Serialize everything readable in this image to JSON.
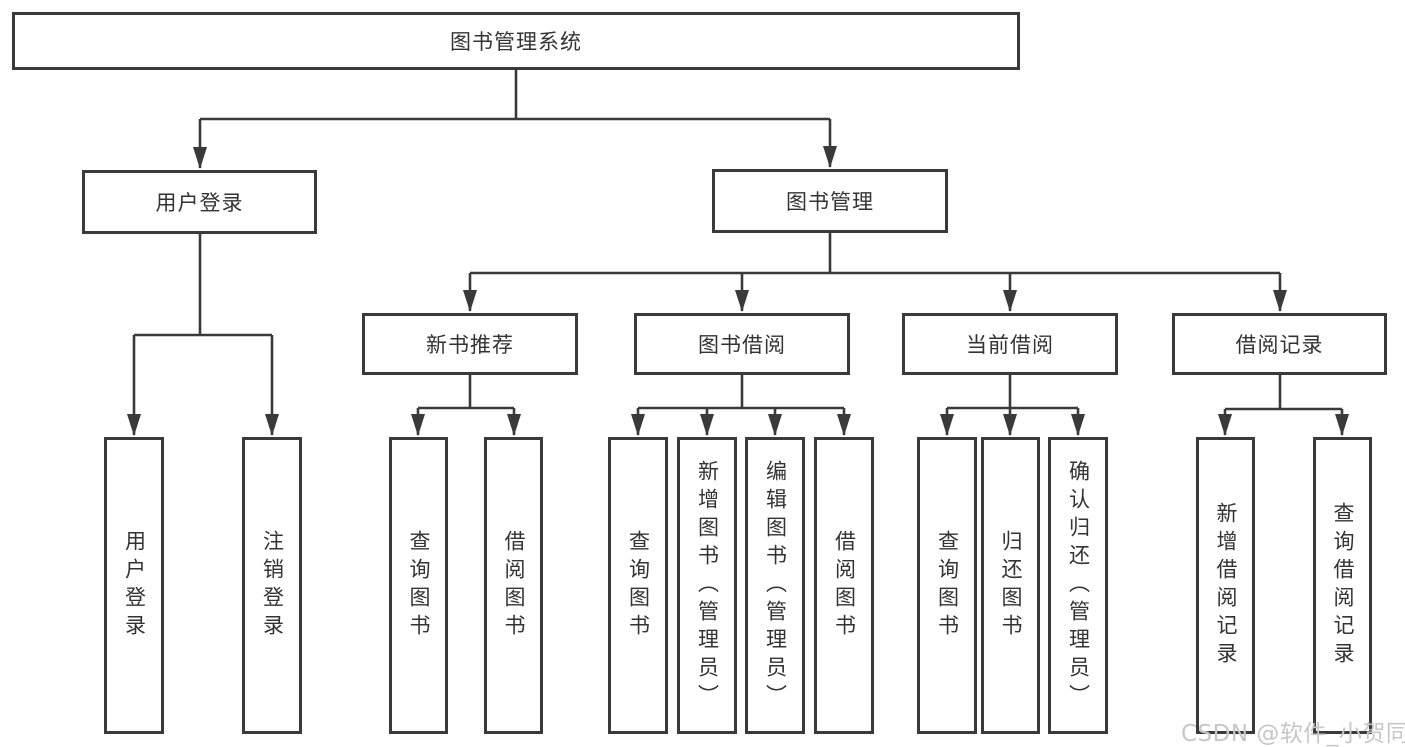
{
  "diagram": {
    "title": "图书管理系统",
    "type": "function-structure-tree",
    "colors": {
      "line": "#3a3a3a",
      "box_border": "#3a3a3a",
      "text": "#333333",
      "background": "#ffffff",
      "watermark": "#c7c7c7"
    },
    "watermark": "CSDN @软件_小贺同学",
    "nodes": {
      "root": {
        "label": "图书管理系统"
      },
      "user_login": {
        "label": "用户登录"
      },
      "book_mgmt": {
        "label": "图书管理"
      },
      "new_book_rec": {
        "label": "新书推荐"
      },
      "book_borrow": {
        "label": "图书借阅"
      },
      "current_borrow": {
        "label": "当前借阅"
      },
      "borrow_records": {
        "label": "借阅记录"
      },
      "leaf_user_login": {
        "label": "用户登录"
      },
      "leaf_logout": {
        "label": "注销登录"
      },
      "leaf_query_book_1": {
        "label": "查询图书"
      },
      "leaf_borrow_book_1": {
        "label": "借阅图书"
      },
      "leaf_query_book_2": {
        "label": "查询图书"
      },
      "leaf_add_book": {
        "label": "新增图书（管理员）"
      },
      "leaf_edit_book": {
        "label": "编辑图书（管理员）"
      },
      "leaf_borrow_book_2": {
        "label": "借阅图书"
      },
      "leaf_query_book_3": {
        "label": "查询图书"
      },
      "leaf_return_book": {
        "label": "归还图书"
      },
      "leaf_confirm_return": {
        "label": "确认归还（管理员）"
      },
      "leaf_add_record": {
        "label": "新增借阅记录"
      },
      "leaf_query_record": {
        "label": "查询借阅记录"
      }
    },
    "hierarchy": {
      "图书管理系统": {
        "用户登录": [
          "用户登录",
          "注销登录"
        ],
        "图书管理": {
          "新书推荐": [
            "查询图书",
            "借阅图书"
          ],
          "图书借阅": [
            "查询图书",
            "新增图书（管理员）",
            "编辑图书（管理员）",
            "借阅图书"
          ],
          "当前借阅": [
            "查询图书",
            "归还图书",
            "确认归还（管理员）"
          ],
          "借阅记录": [
            "新增借阅记录",
            "查询借阅记录"
          ]
        }
      }
    }
  }
}
